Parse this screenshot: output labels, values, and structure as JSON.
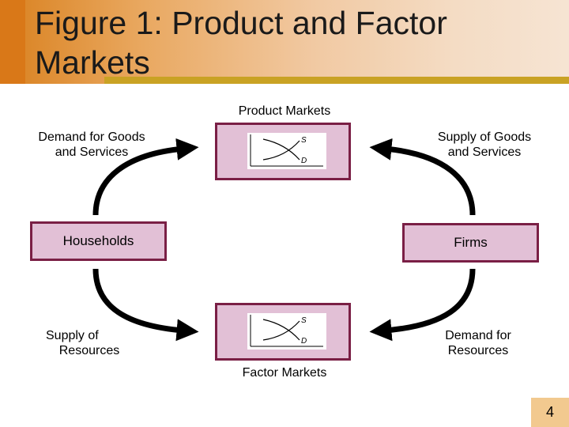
{
  "slide": {
    "title": "Figure 1:  Product and Factor Markets",
    "number": "4"
  },
  "diagram": {
    "product_markets_label": "Product Markets",
    "factor_markets_label": "Factor Markets",
    "households_label": "Households",
    "firms_label": "Firms",
    "flows": {
      "top_left": [
        "Demand for Goods",
        "and Services"
      ],
      "top_right": [
        "Supply of Goods",
        "and Services"
      ],
      "bottom_left": [
        "Supply of",
        "Resources"
      ],
      "bottom_right": [
        "Demand for",
        "Resources"
      ]
    },
    "curve_labels": {
      "supply": "S",
      "demand": "D"
    }
  },
  "colors": {
    "box_fill": "#e2c0d6",
    "box_border": "#7a1f45",
    "title_gradient_start": "#d9811f",
    "rule": "#c9a224"
  }
}
